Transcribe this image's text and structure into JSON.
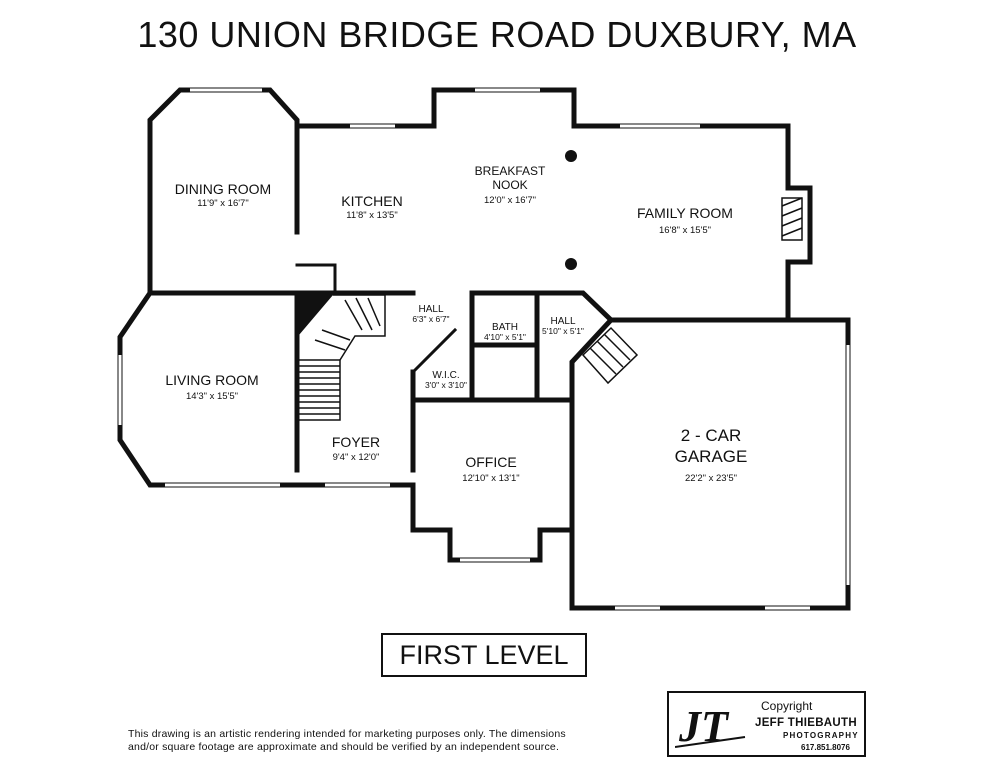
{
  "title": "130 UNION BRIDGE ROAD  DUXBURY, MA",
  "rooms": {
    "dining": {
      "name": "DINING ROOM",
      "dims": "11'9\" x 16'7\""
    },
    "kitchen": {
      "name": "KITCHEN",
      "dims": "11'8\" x 13'5\""
    },
    "nook": {
      "name1": "BREAKFAST",
      "name2": "NOOK",
      "dims": "12'0\" x 16'7\""
    },
    "family": {
      "name": "FAMILY ROOM",
      "dims": "16'8\" x 15'5\""
    },
    "living": {
      "name": "LIVING ROOM",
      "dims": "14'3\" x 15'5\""
    },
    "hall1": {
      "name": "HALL",
      "dims": "6'3\" x 6'7\""
    },
    "bath": {
      "name": "BATH",
      "dims": "4'10\" x 5'1\""
    },
    "hall2": {
      "name": "HALL",
      "dims": "5'10\" x 5'1\""
    },
    "wic": {
      "name": "W.I.C.",
      "dims": "3'0\" x 3'10\""
    },
    "foyer": {
      "name": "FOYER",
      "dims": "9'4\" x 12'0\""
    },
    "office": {
      "name": "OFFICE",
      "dims": "12'10\" x 13'1\""
    },
    "garage": {
      "name1": "2 - CAR",
      "name2": "GARAGE",
      "dims": "22'2\" x 23'5\""
    }
  },
  "level_label": "FIRST LEVEL",
  "disclaimer": {
    "line1": "This drawing is an artistic rendering intended for marketing purposes only.  The dimensions",
    "line2": "and/or square footage are approximate and should be verified by an independent source."
  },
  "credit": {
    "copyright": "Copyright",
    "name": "JEFF THIEBAUTH",
    "sub": "PHOTOGRAPHY",
    "phone": "617.851.8076",
    "logo_text": "JT"
  }
}
